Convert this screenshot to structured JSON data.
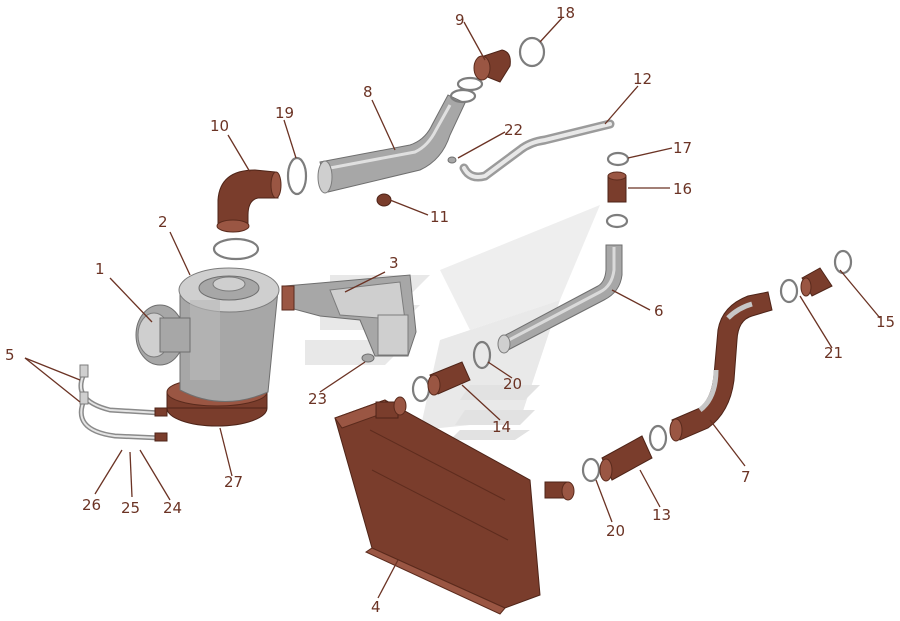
{
  "labels": [
    {
      "id": "1",
      "text": "1"
    },
    {
      "id": "2",
      "text": "2"
    },
    {
      "id": "3",
      "text": "3"
    },
    {
      "id": "4",
      "text": "4"
    },
    {
      "id": "5",
      "text": "5"
    },
    {
      "id": "6",
      "text": "6"
    },
    {
      "id": "7",
      "text": "7"
    },
    {
      "id": "8",
      "text": "8"
    },
    {
      "id": "9",
      "text": "9"
    },
    {
      "id": "10",
      "text": "10"
    },
    {
      "id": "11",
      "text": "11"
    },
    {
      "id": "12",
      "text": "12"
    },
    {
      "id": "13",
      "text": "13"
    },
    {
      "id": "14",
      "text": "14"
    },
    {
      "id": "15",
      "text": "15"
    },
    {
      "id": "16",
      "text": "16"
    },
    {
      "id": "17",
      "text": "17"
    },
    {
      "id": "18",
      "text": "18"
    },
    {
      "id": "19",
      "text": "19"
    },
    {
      "id": "20a",
      "text": "20"
    },
    {
      "id": "20b",
      "text": "20"
    },
    {
      "id": "21",
      "text": "21"
    },
    {
      "id": "22",
      "text": "22"
    },
    {
      "id": "23",
      "text": "23"
    },
    {
      "id": "24",
      "text": "24"
    },
    {
      "id": "25",
      "text": "25"
    },
    {
      "id": "26",
      "text": "26"
    },
    {
      "id": "27",
      "text": "27"
    }
  ],
  "colors": {
    "rust": "#7a3d2c",
    "grey": "#a7a7a7",
    "watermark": "#e6e6e6",
    "label": "#6b3324"
  }
}
